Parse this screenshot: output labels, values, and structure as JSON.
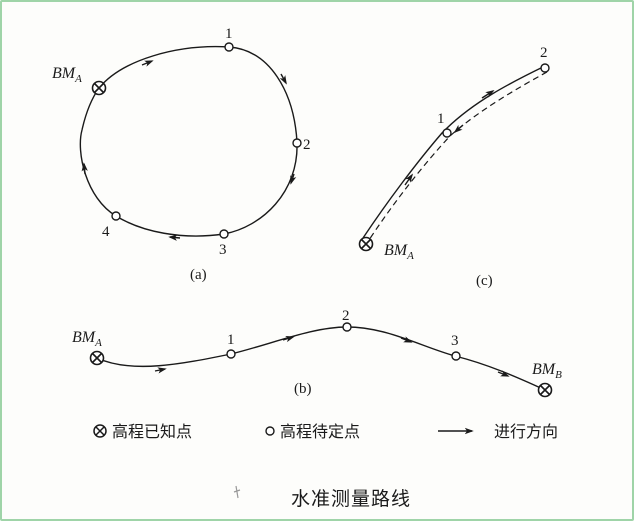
{
  "diagram_a": {
    "caption": "(a)",
    "bm_label": "BM",
    "bm_sub": "A",
    "points": [
      "1",
      "2",
      "3",
      "4"
    ]
  },
  "diagram_b": {
    "caption": "(b)",
    "bm_start_label": "BM",
    "bm_start_sub": "A",
    "bm_end_label": "BM",
    "bm_end_sub": "B",
    "points": [
      "1",
      "2",
      "3"
    ]
  },
  "diagram_c": {
    "caption": "(c)",
    "bm_label": "BM",
    "bm_sub": "A",
    "points": [
      "1",
      "2"
    ]
  },
  "legend": {
    "known_point": "高程已知点",
    "pending_point": "高程待定点",
    "direction": "进行方向"
  },
  "title": "水准测量路线",
  "colors": {
    "line": "#1a1a1a",
    "frame": "#9fd4a8"
  }
}
